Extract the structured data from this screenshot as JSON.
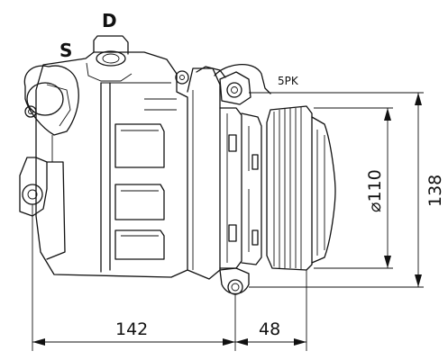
{
  "labels": {
    "suction": "S",
    "discharge": "D",
    "pulley_type": "5PK",
    "pulley_diameter": "⌀110",
    "height": "138",
    "length": "142",
    "pulley_offset": "48"
  }
}
